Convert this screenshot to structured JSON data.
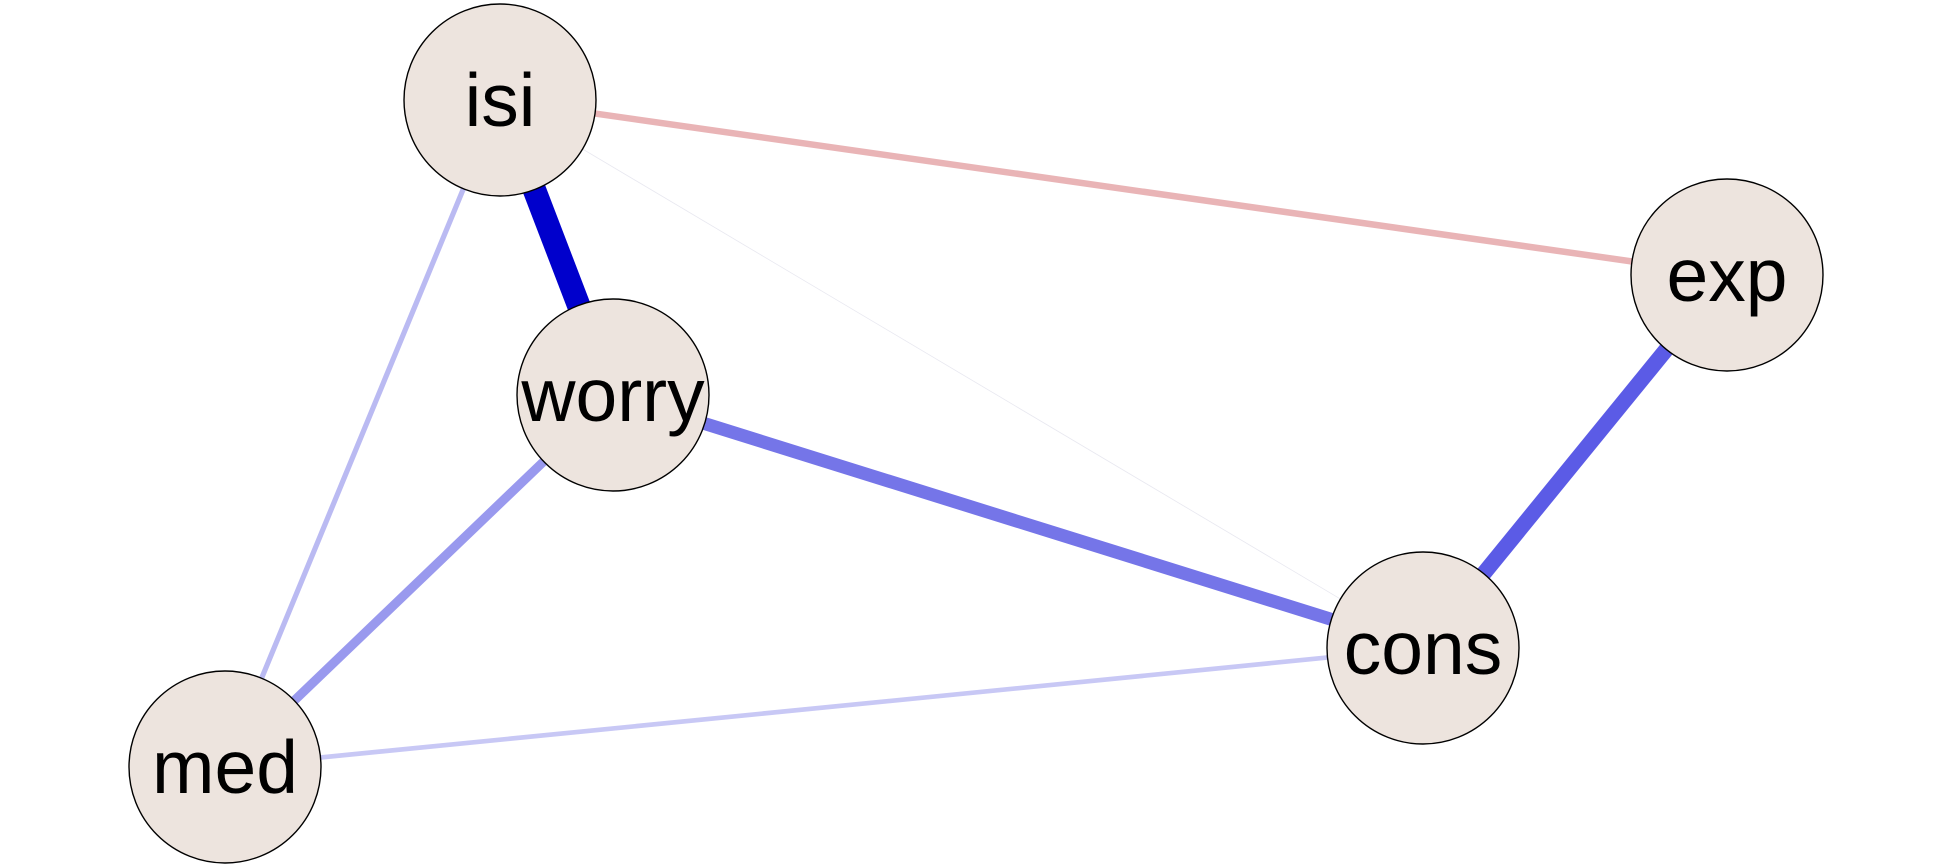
{
  "diagram": {
    "type": "network",
    "node_fill": "#ede4de",
    "node_stroke": "#000000",
    "nodes": [
      {
        "id": "isi",
        "label": "isi"
      },
      {
        "id": "worry",
        "label": "worry"
      },
      {
        "id": "exp",
        "label": "exp"
      },
      {
        "id": "cons",
        "label": "cons"
      },
      {
        "id": "med",
        "label": "med"
      }
    ],
    "edges": [
      {
        "from": "isi",
        "to": "worry",
        "weight": 0.9,
        "sign": "positive",
        "color": "#0000cc"
      },
      {
        "from": "exp",
        "to": "cons",
        "weight": 0.6,
        "sign": "positive",
        "color": "#5b5be6"
      },
      {
        "from": "worry",
        "to": "cons",
        "weight": 0.5,
        "sign": "positive",
        "color": "#7575e8"
      },
      {
        "from": "worry",
        "to": "med",
        "weight": 0.35,
        "sign": "positive",
        "color": "#9999ee"
      },
      {
        "from": "isi",
        "to": "med",
        "weight": 0.2,
        "sign": "positive",
        "color": "#babaf2"
      },
      {
        "from": "med",
        "to": "cons",
        "weight": 0.18,
        "sign": "positive",
        "color": "#c8c8f5"
      },
      {
        "from": "isi",
        "to": "exp",
        "weight": 0.25,
        "sign": "negative",
        "color": "#e9b4b6"
      },
      {
        "from": "isi",
        "to": "cons",
        "weight": 0.02,
        "sign": "positive",
        "color": "#e8e8f0"
      }
    ]
  }
}
